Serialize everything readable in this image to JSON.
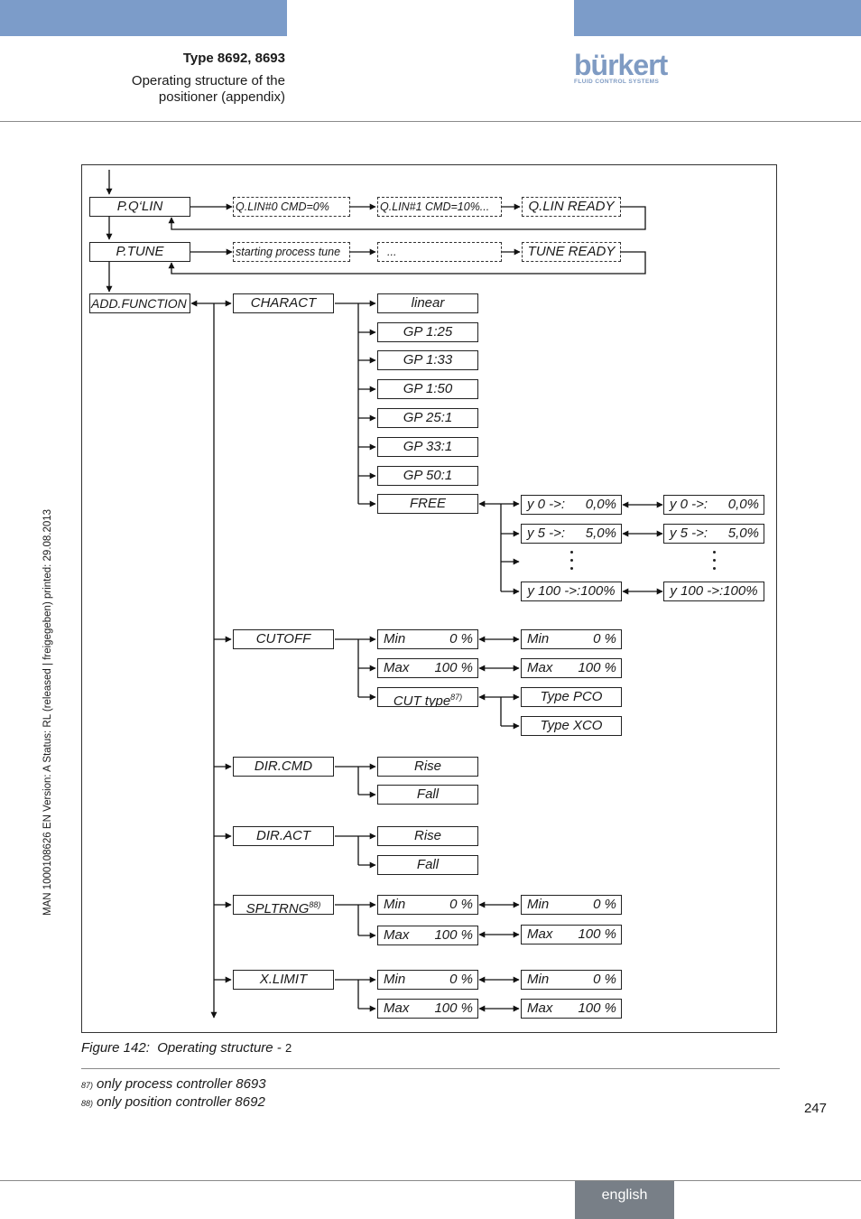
{
  "header": {
    "title": "Type 8692, 8693",
    "subtitle_line1": "Operating structure of the",
    "subtitle_line2": "positioner (appendix)",
    "logo_word": "bürkert",
    "logo_tagline": "FLUID CONTROL SYSTEMS",
    "accent_color": "#7c9cc9"
  },
  "sidebar_text": "MAN  1000108626  EN  Version: A  Status: RL (released | freigegeben)  printed: 29.08.2013",
  "diagram": {
    "pqlin": "P.Q‘LIN",
    "qlin0": "Q.LIN#0 CMD=0%",
    "qlin1": "Q.LIN#1 CMD=10%...",
    "qlin_ready": "Q.LIN READY",
    "ptune": "P.TUNE",
    "tune_start": "starting process tune",
    "tune_dots": "...",
    "tune_ready": "TUNE READY",
    "add_function": "ADD.FUNCTION",
    "charact": "CHARACT",
    "charact_options": [
      "linear",
      "GP 1:25",
      "GP 1:33",
      "GP 1:50",
      "GP 25:1",
      "GP 33:1",
      "GP 50:1",
      "FREE"
    ],
    "free": {
      "y0_label": "y 0 ->:",
      "y0_value": "0,0%",
      "y5_label": "y 5 ->:",
      "y5_value": "5,0%",
      "y100": "y 100 ->:100%"
    },
    "cutoff": "CUTOFF",
    "min_label": "Min",
    "min_value": "0 %",
    "max_label": "Max",
    "max_value": "100 %",
    "cut_type": "CUT type",
    "cut_type_note": "87)",
    "type_pco": "Type PCO",
    "type_xco": "Type XCO",
    "dir_cmd": "DIR.CMD",
    "dir_act": "DIR.ACT",
    "rise": "Rise",
    "fall": "Fall",
    "spltrng": "SPLTRNG",
    "spltrng_note": "88)",
    "xlimit": "X.LIMIT"
  },
  "caption": {
    "label": "Figure 142:",
    "text": "Operating structure -",
    "num": "2"
  },
  "footnotes": [
    {
      "mark": "87)",
      "text": "only process controller 8693"
    },
    {
      "mark": "88)",
      "text": "only position controller 8692"
    }
  ],
  "page_number": "247",
  "language": "english"
}
